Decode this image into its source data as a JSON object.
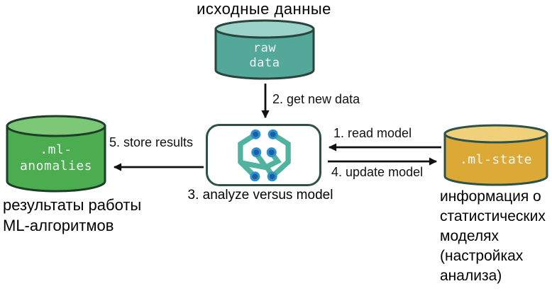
{
  "title": "исходные данные",
  "stores": {
    "raw": {
      "line1": "raw",
      "line2": "data",
      "body_color": "#53A89A",
      "top_color": "#9CD3C8",
      "outline_color": "#2A443E"
    },
    "anomalies": {
      "line1": ".ml-",
      "line2": "anomalies",
      "body_color": "#4CAC50",
      "top_color": "#7CC877",
      "outline_color": "#1F3D2B"
    },
    "state": {
      "label": ".ml-state",
      "body_color": "#DCA937",
      "top_color": "#F0D07A",
      "outline_color": "#2C524A"
    }
  },
  "process": {
    "caption": "3. analyze versus model",
    "icon": "machine-learning-icon",
    "border_color": "#2D5245",
    "icon_teal": "#4FB3A0",
    "icon_dot_outer": "#2E90D1",
    "icon_dot_inner": "#1A5F9E"
  },
  "arrows": {
    "read_model": "1. read model",
    "get_new_data": "2. get new data",
    "update_model": "4. update model",
    "store_results": "5. store results",
    "color": "#111111"
  },
  "captions": {
    "anomalies": [
      "результаты работы",
      "ML-алгоритмов"
    ],
    "state": [
      "информация о",
      "статистических",
      "моделях",
      "(настройках",
      "анализа)"
    ]
  }
}
